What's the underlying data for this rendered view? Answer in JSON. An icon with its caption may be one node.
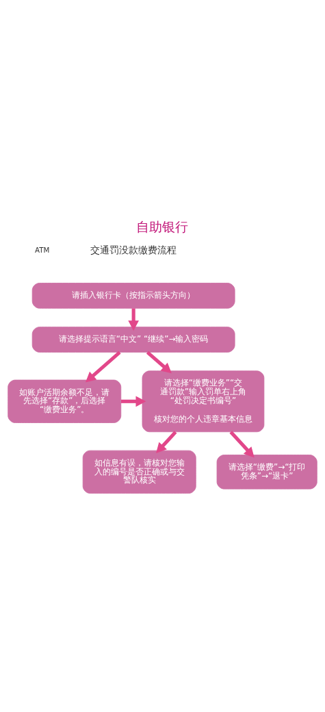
{
  "diagram": {
    "title": "自助银行",
    "nodes": [
      {
        "text": [
          "请插入银行卡（按指示箭头方向）"
        ]
      },
      {
        "text": [
          "请选择提示语言“中文” “继续”→输入密码"
        ]
      },
      {
        "text": [
          "请选择“缴费业务”“交通罚款”输入罚单右上角“处罚决定书编号”",
          "核对您的个人违章基本信息"
        ]
      },
      {
        "text": [
          "如账户活期余额不足，请先选择“存款”，后选择“缴费业务”。"
        ]
      },
      {
        "text": [
          "如信息有误，请核对您输入的编号是否正确或与交警队核实"
        ]
      },
      {
        "text": [
          "请选择“缴费”→“打印凭条”→“退卡”"
        ]
      }
    ],
    "edges": [
      {
        "from": 0,
        "to": 1,
        "arrow": "to"
      },
      {
        "from": 1,
        "to": 2,
        "arrow": "to"
      },
      {
        "from": 1,
        "to": 3,
        "arrow": "to"
      },
      {
        "from": 3,
        "to": 2,
        "arrow": "to"
      },
      {
        "from": 2,
        "to": 4,
        "arrow": "to"
      },
      {
        "from": 2,
        "to": 5,
        "arrow": "to"
      }
    ],
    "labels": [
      "ATM",
      "交通罚没款缴费流程"
    ]
  }
}
